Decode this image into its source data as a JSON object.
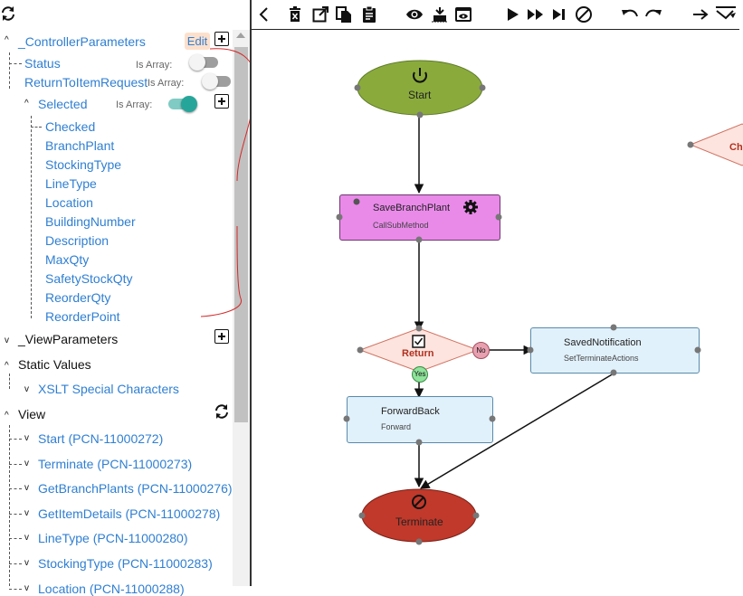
{
  "tree": {
    "controller": {
      "label": "_ControllerParameters",
      "edit_label": "Edit"
    },
    "status": {
      "label": "Status",
      "is_array_label": "Is Array:",
      "is_array": false
    },
    "return_to": {
      "label": "ReturnToItemRequest",
      "is_array_label": "Is Array:",
      "is_array": false
    },
    "selected": {
      "label": "Selected",
      "is_array_label": "Is Array:",
      "is_array": true
    },
    "fields": [
      "Checked",
      "BranchPlant",
      "StockingType",
      "LineType",
      "Location",
      "BuildingNumber",
      "Description",
      "MaxQty",
      "SafetyStockQty",
      "ReorderQty",
      "ReorderPoint"
    ],
    "view_params": {
      "label": "_ViewParameters"
    },
    "static_values": {
      "label": "Static Values",
      "child": "XSLT Special Characters"
    },
    "view": {
      "label": "View",
      "items": [
        "Start (PCN-11000272)",
        "Terminate (PCN-11000273)",
        "GetBranchPlants (PCN-11000276)",
        "GetItemDetails (PCN-11000278)",
        "LineType (PCN-11000280)",
        "StockingType (PCN-11000283)",
        "Location (PCN-11000288)"
      ]
    }
  },
  "toolbar": {
    "icons": [
      "chevron-left-icon",
      "delete-icon",
      "open-external-icon",
      "copy-icon",
      "clipboard-icon",
      "view-icon",
      "debug-icon",
      "preview-icon",
      "play-icon",
      "fast-forward-icon",
      "step-icon",
      "stop-icon",
      "undo-icon",
      "redo-icon",
      "arrow-right-icon",
      "route-icon"
    ]
  },
  "flow": {
    "start": {
      "label": "Start",
      "color": "#8aab3c"
    },
    "save": {
      "title": "SaveBranchPlant",
      "sub": "CallSubMethod",
      "color": "#e98ae9"
    },
    "return_node": {
      "label": "Return",
      "no_label": "No",
      "yes_label": "Yes",
      "color": "#fde4de"
    },
    "saved_notification": {
      "title": "SavedNotification",
      "sub": "SetTerminateActions",
      "color": "#e1f1fb"
    },
    "forward": {
      "title": "ForwardBack",
      "sub": "Forward",
      "color": "#e1f1fb"
    },
    "terminate": {
      "label": "Terminate",
      "color": "#c0392b"
    },
    "partial": {
      "label": "Ch"
    }
  },
  "colors": {
    "link": "#2f7fd2",
    "toggle_on": "#26a69a",
    "edit_bg": "#fde0cc"
  }
}
